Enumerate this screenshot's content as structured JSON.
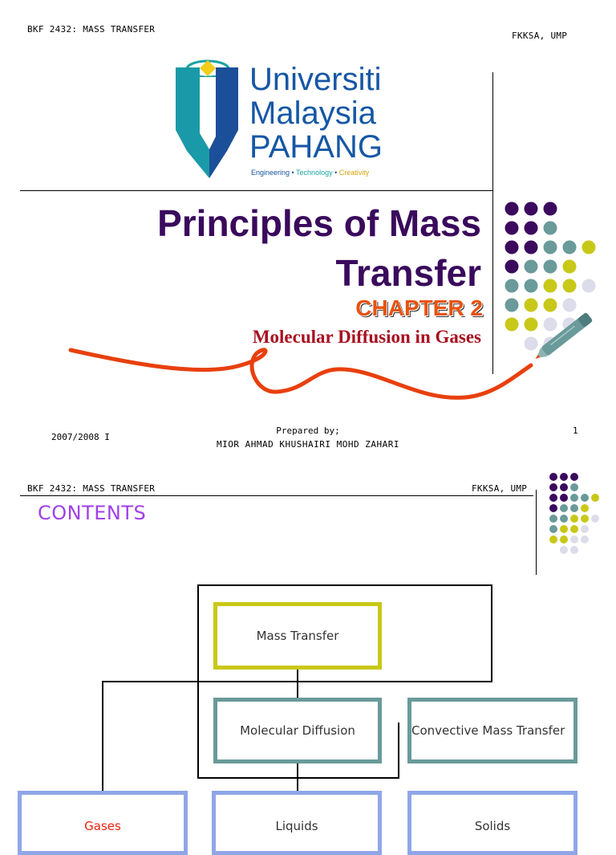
{
  "slide1": {
    "course": "BKF 2432: MASS TRANSFER",
    "faculty": "FKKSA, UMP",
    "logo": {
      "line1": "Universiti",
      "line2": "Malaysia",
      "line3": "PAHANG",
      "tagline": {
        "part1": "Engineering",
        "sep1": " • ",
        "part2": "Technology",
        "sep2": " • ",
        "part3": "Creativity"
      }
    },
    "title_line1": "Principles of Mass",
    "title_line2": "Transfer",
    "chapter": "CHAPTER 2",
    "subtitle": "Molecular Diffusion in Gases",
    "session": "2007/2008 I",
    "prepared_by": "Prepared by;",
    "author": "MIOR AHMAD KHUSHAIRI MOHD ZAHARI",
    "page_number": "1",
    "colors": {
      "purple": "#3b0a5e",
      "teal": "#6a9a9a",
      "olive": "#c8c818",
      "lavender": "#dcdcea",
      "orange_red": "#e8400e"
    }
  },
  "slide2": {
    "course": "BKF 2432: MASS TRANSFER",
    "faculty": "FKKSA, UMP",
    "heading": "CONTENTS",
    "diagram": {
      "root": "Mass Transfer",
      "level2_left": "Molecular Diffusion",
      "level2_right": "Convective Mass Transfer",
      "level3": [
        "Gases",
        "Liquids",
        "Solids"
      ]
    }
  }
}
